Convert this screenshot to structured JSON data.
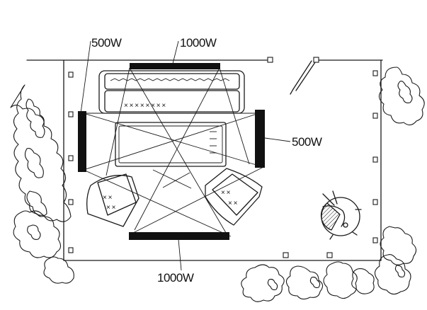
{
  "lamps": {
    "top_left_label": "500W",
    "top_center_label": "1000W",
    "right_label": "500W",
    "bottom_label": "1000W"
  },
  "colors": {
    "ink": "#1a1a1a",
    "background": "#ffffff",
    "lamp_fill": "#111111"
  }
}
